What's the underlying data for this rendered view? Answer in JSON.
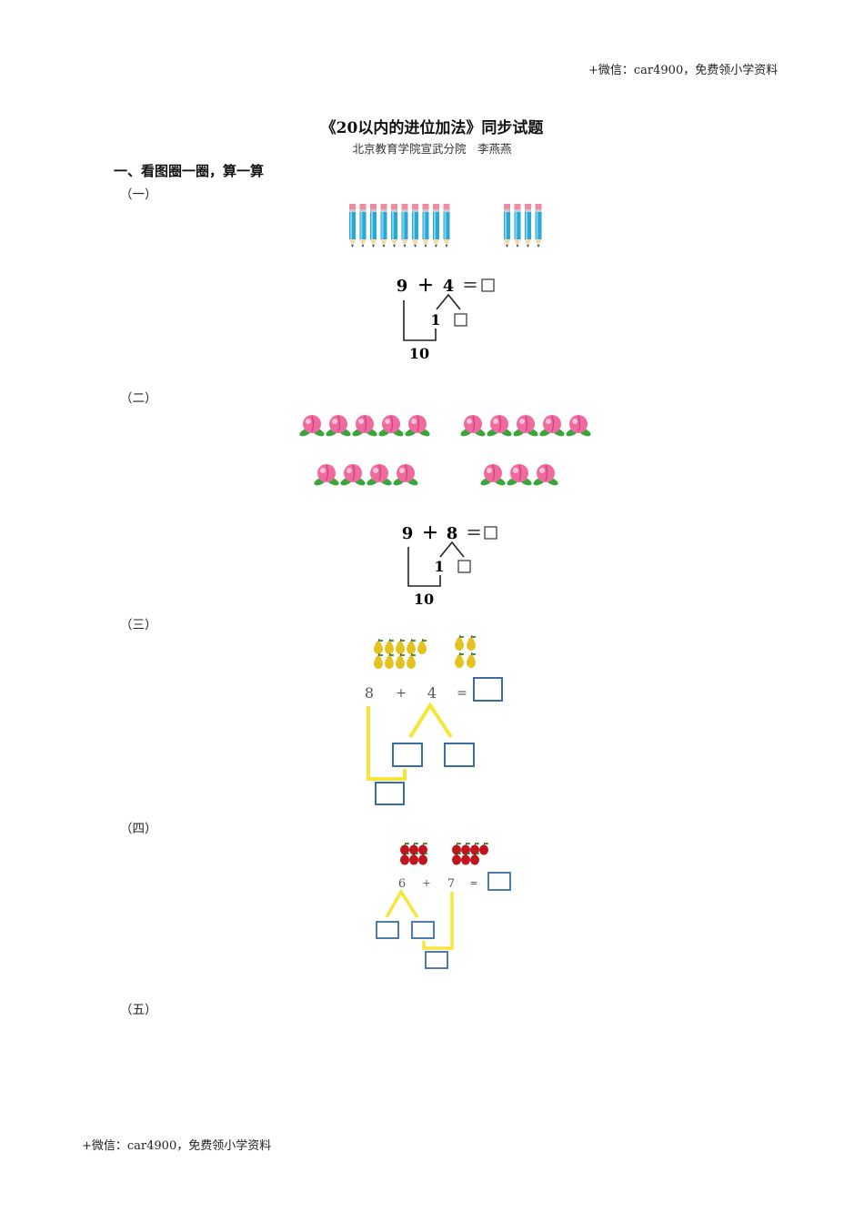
{
  "header": {
    "watermark_top": "+微信：car4900，免费领小学资料"
  },
  "title": "《20以内的进位加法》同步试题",
  "author": "北京教育学院宣武分院　李燕燕",
  "section": "一、看图圈一圈，算一算",
  "parts": [
    {
      "label": "（一）",
      "eq": {
        "a": "9",
        "op": "＋",
        "b": "4",
        "eq": "＝",
        "split_known": "1",
        "ten": "10"
      }
    },
    {
      "label": "（二）",
      "eq": {
        "a": "9",
        "op": "＋",
        "b": "8",
        "eq": "＝",
        "split_known": "1",
        "ten": "10"
      }
    },
    {
      "label": "（三）",
      "eq": {
        "a": "8",
        "op": "+",
        "b": "4",
        "eq": "="
      }
    },
    {
      "label": "（四）",
      "eq": {
        "a": "6",
        "op": "+",
        "b": "7",
        "eq": "="
      }
    },
    {
      "label": "（五）"
    }
  ],
  "footer": {
    "watermark_bottom": "+微信：car4900，免费领小学资料"
  },
  "colors": {
    "pencil_blue": "#2aa7d6",
    "pencil_pink": "#f28aa6",
    "peach": "#f06aa0",
    "leaf": "#3aa63a",
    "pear": "#e4c21f",
    "apple": "#c0141e",
    "yellow_line": "#f5e63a",
    "box_blue": "#3a6da4"
  }
}
